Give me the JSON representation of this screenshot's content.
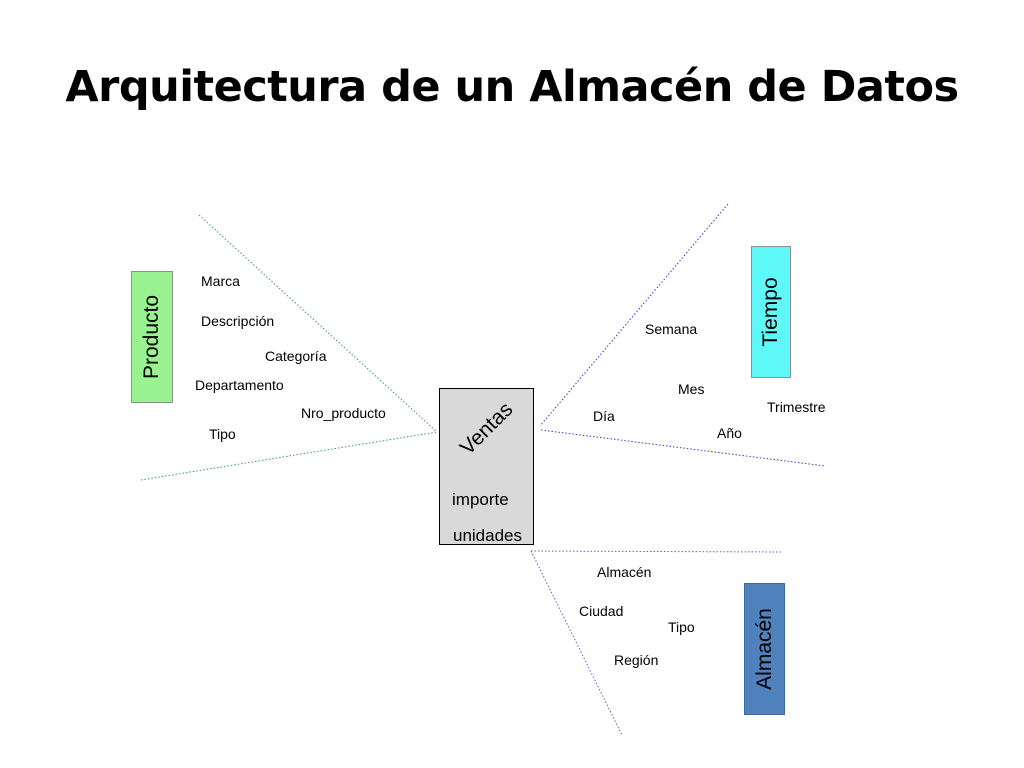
{
  "title": "Arquitectura de un Almacén de Datos",
  "fact": {
    "label": "Ventas",
    "measures": [
      "importe",
      "unidades"
    ],
    "color": "#d9d9d9"
  },
  "dimensions": {
    "producto": {
      "label": "Producto",
      "color": "#99f28f",
      "attributes": [
        "Marca",
        "Descripción",
        "Categoría",
        "Departamento",
        "Nro_producto",
        "Tipo"
      ]
    },
    "tiempo": {
      "label": "Tiempo",
      "color": "#5ef8f9",
      "attributes": [
        "Semana",
        "Mes",
        "Trimestre",
        "Día",
        "Año"
      ]
    },
    "almacen": {
      "label": "Almacén",
      "color": "#4f81bd",
      "attributes": [
        "Almacén",
        "Ciudad",
        "Tipo",
        "Región"
      ]
    }
  },
  "line_colors": {
    "producto": "#3a9a6a",
    "tiempo": "#3a3ad0",
    "almacen": "#4a6ad0"
  }
}
